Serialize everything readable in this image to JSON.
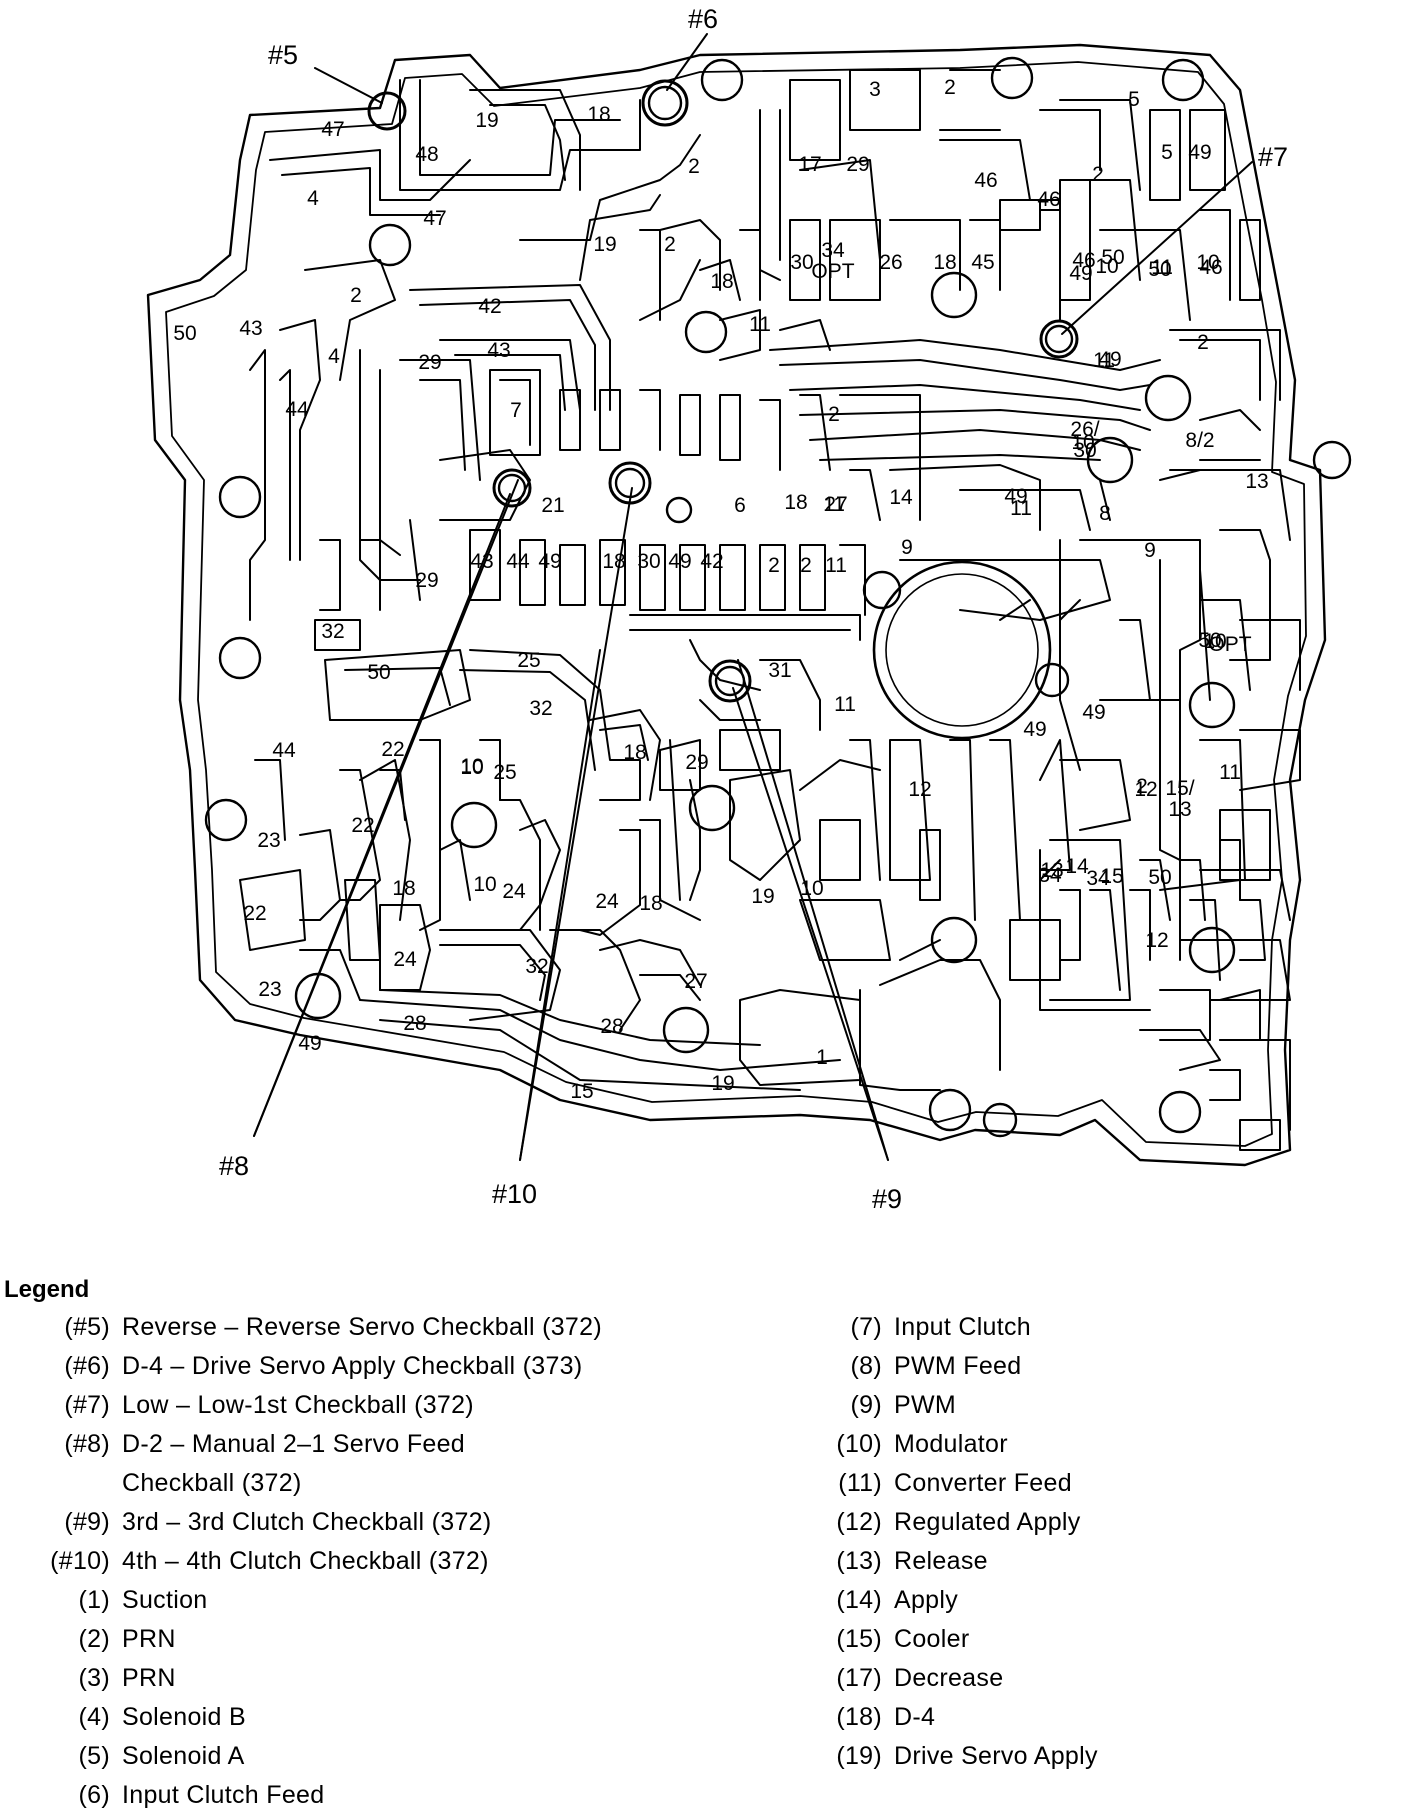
{
  "checkball_callouts": [
    "#5",
    "#6",
    "#7",
    "#8",
    "#9",
    "#10"
  ],
  "passage_labels": [
    "47",
    "19",
    "18",
    "48",
    "2",
    "4",
    "47",
    "19",
    "2",
    "18",
    "11",
    "2",
    "4",
    "29",
    "43",
    "42",
    "7",
    "21",
    "6",
    "18",
    "11",
    "43",
    "44",
    "49",
    "18",
    "30",
    "49",
    "42",
    "2",
    "2",
    "11",
    "29",
    "32",
    "50",
    "25",
    "32",
    "18",
    "29",
    "10",
    "31",
    "11",
    "44",
    "22",
    "10",
    "25",
    "22",
    "10",
    "24",
    "18",
    "24",
    "18",
    "19",
    "10",
    "23",
    "22",
    "24",
    "23",
    "32",
    "27",
    "28",
    "28",
    "19",
    "15",
    "1",
    "50",
    "43",
    "44",
    "49",
    "3",
    "2",
    "17",
    "29",
    "30",
    "26",
    "18",
    "45",
    "46",
    "46",
    "49",
    "50",
    "50",
    "10",
    "5",
    "49",
    "11",
    "46",
    "46",
    "2",
    "5",
    "49",
    "2",
    "34 OPT",
    "26/ 30",
    "10",
    "11",
    "2",
    "10",
    "8/2",
    "49",
    "27",
    "14",
    "9",
    "11",
    "8",
    "9",
    "13",
    "50",
    "OPT",
    "10",
    "49",
    "49",
    "12",
    "12",
    "15/ 13",
    "11",
    "2",
    "12",
    "14",
    "13",
    "34",
    "34",
    "15",
    "50"
  ],
  "legend": {
    "title": "Legend",
    "left": [
      {
        "num": "(#5)",
        "desc": "Reverse – Reverse Servo Checkball (372)"
      },
      {
        "num": "(#6)",
        "desc": "D-4 – Drive Servo Apply Checkball (373)"
      },
      {
        "num": "(#7)",
        "desc": "Low – Low-1st Checkball (372)"
      },
      {
        "num": "(#8)",
        "desc": "D-2 – Manual 2–1 Servo Feed",
        "cont": "Checkball (372)"
      },
      {
        "num": "(#9)",
        "desc": "3rd – 3rd Clutch Checkball (372)"
      },
      {
        "num": "(#10)",
        "desc": "4th – 4th Clutch Checkball (372)"
      },
      {
        "num": "(1)",
        "desc": "Suction"
      },
      {
        "num": "(2)",
        "desc": "PRN"
      },
      {
        "num": "(3)",
        "desc": "PRN"
      },
      {
        "num": "(4)",
        "desc": "Solenoid B"
      },
      {
        "num": "(5)",
        "desc": "Solenoid A"
      },
      {
        "num": "(6)",
        "desc": "Input Clutch Feed"
      }
    ],
    "right": [
      {
        "num": "(7)",
        "desc": "Input Clutch"
      },
      {
        "num": "(8)",
        "desc": "PWM Feed"
      },
      {
        "num": "(9)",
        "desc": "PWM"
      },
      {
        "num": "(10)",
        "desc": "Modulator"
      },
      {
        "num": "(11)",
        "desc": "Converter Feed"
      },
      {
        "num": "(12)",
        "desc": "Regulated Apply"
      },
      {
        "num": "(13)",
        "desc": "Release"
      },
      {
        "num": "(14)",
        "desc": "Apply"
      },
      {
        "num": "(15)",
        "desc": "Cooler"
      },
      {
        "num": "(17)",
        "desc": "Decrease"
      },
      {
        "num": "(18)",
        "desc": "D-4"
      },
      {
        "num": "(19)",
        "desc": "Drive Servo Apply"
      }
    ]
  }
}
